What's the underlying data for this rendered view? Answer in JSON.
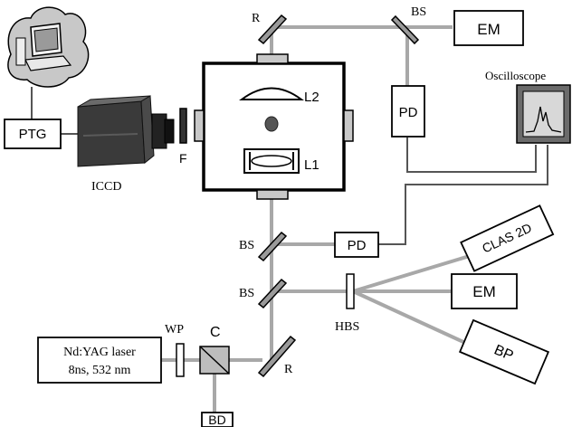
{
  "labels": {
    "r_top": "R",
    "bs_top": "BS",
    "em_top": "EM",
    "oscilloscope": "Oscilloscope",
    "pd_right": "PD",
    "ptg": "PTG",
    "iccd": "ICCD",
    "filter": "F",
    "l2": "L2",
    "l1": "L1",
    "bs_mid": "BS",
    "pd_mid": "PD",
    "clas": "CLAS 2D",
    "bs_low": "BS",
    "hbs": "HBS",
    "em_low": "EM",
    "bp": "BP",
    "wp": "WP",
    "c": "C",
    "r_low": "R",
    "laser_line1": "Nd:YAG laser",
    "laser_line2": "8ns, 532 nm",
    "bd": "BD"
  },
  "colors": {
    "beam": "#a8a8a8",
    "wire": "#555555",
    "stroke": "#000000",
    "chamber_fill": "#ffffff",
    "window_fill": "#c8c8c8",
    "screen": "#d8d8d8"
  }
}
